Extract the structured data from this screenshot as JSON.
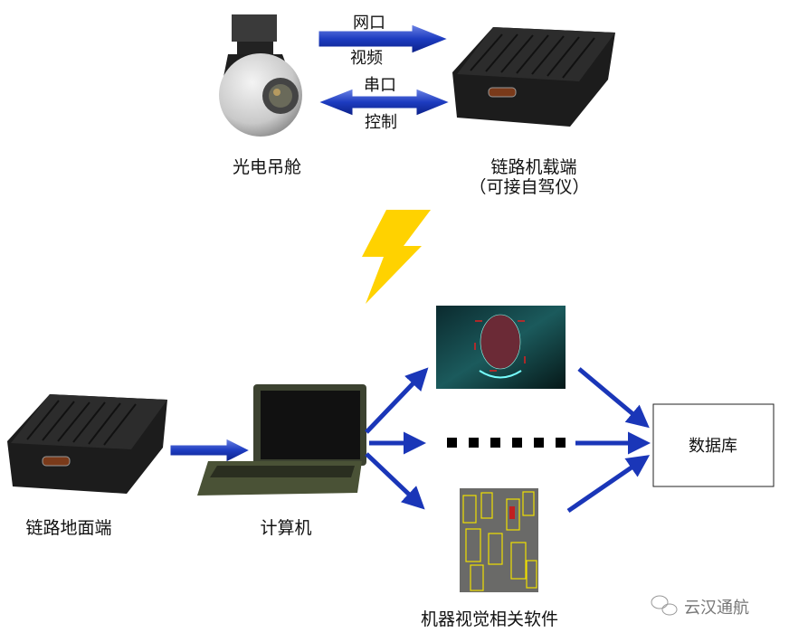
{
  "top": {
    "gimbal_label": "光电吊舱",
    "airborne_label_1": "链路机载端",
    "airborne_label_2": "（可接自驾仪）",
    "arrow_video_top": "网口",
    "arrow_video_bottom": "视频",
    "arrow_control_top": "串口",
    "arrow_control_bottom": "控制"
  },
  "bottom": {
    "ground_label": "链路地面端",
    "computer_label": "计算机",
    "software_label": "机器视觉相关软件",
    "database_label": "数据库"
  },
  "watermark": "云汉通航",
  "colors": {
    "arrow": "#1a36b8",
    "bolt": "#ffd200",
    "device": "#1c1c1c"
  }
}
